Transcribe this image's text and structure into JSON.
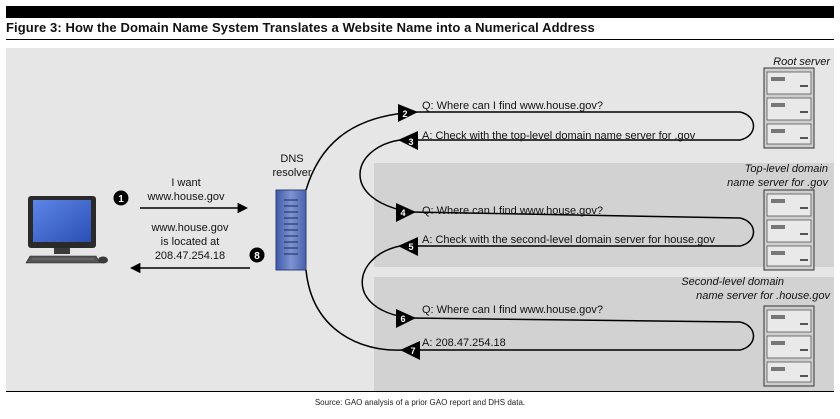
{
  "figure": {
    "title": "Figure 3: How the Domain Name System Translates a Website Name into a Numerical Address",
    "source": "Source: GAO analysis of a prior GAO report and DHS data."
  },
  "servers": {
    "root": "Root server",
    "tld_line1": "Top-level domain",
    "tld_line2": "name server for .gov",
    "sld_line1": "Second-level domain",
    "sld_line2": "name server for .house.gov"
  },
  "resolver": {
    "line1": "DNS",
    "line2": "resolver"
  },
  "client": {
    "request_line1": "I want",
    "request_line2": "www.house.gov",
    "response_line1": "www.house.gov",
    "response_line2": "is located at",
    "response_line3": "208.47.254.18"
  },
  "steps": [
    {
      "num": "1",
      "text": ""
    },
    {
      "num": "2",
      "text": "Q: Where can I find www.house.gov?"
    },
    {
      "num": "3",
      "text": "A: Check with the top-level domain name server for .gov"
    },
    {
      "num": "4",
      "text": "Q: Where can I find www.house.gov?"
    },
    {
      "num": "5",
      "text": "A: Check with the second-level domain server for house.gov"
    },
    {
      "num": "6",
      "text": "Q: Where can I find www.house.gov?"
    },
    {
      "num": "7",
      "text": "A: 208.47.254.18"
    },
    {
      "num": "8",
      "text": ""
    }
  ],
  "colors": {
    "resolver": "#5a73b8",
    "monitor": "#4466c8",
    "band": "#d2d2d2",
    "panel": "#e6e6e6"
  }
}
